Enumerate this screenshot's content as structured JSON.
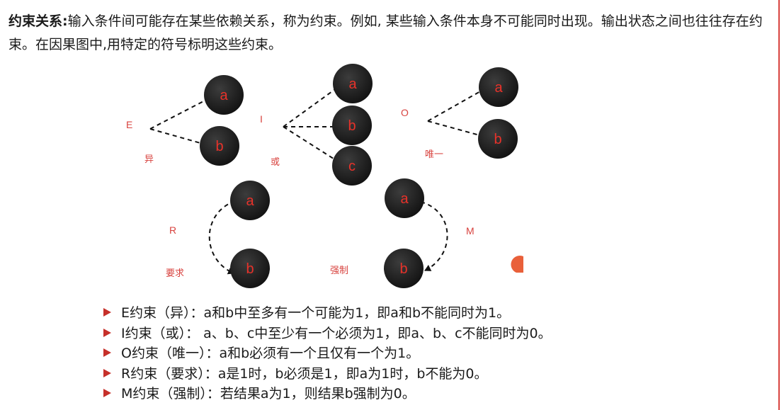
{
  "intro": {
    "term": "约束关系:",
    "text": "输入条件间可能存在某些依赖关系，称为约束。例如, 某些输入条件本身不可能同时出现。输出状态之间也往往存在约束。在因果图中,用特定的符号标明这些约束。"
  },
  "diagram": {
    "E": {
      "symbol": "E",
      "name": "异",
      "nodes": [
        "a",
        "b"
      ]
    },
    "I": {
      "symbol": "I",
      "name": "或",
      "nodes": [
        "a",
        "b",
        "c"
      ]
    },
    "O": {
      "symbol": "O",
      "name": "唯一",
      "nodes": [
        "a",
        "b"
      ]
    },
    "R": {
      "symbol": "R",
      "name": "要求",
      "nodes": [
        "a",
        "b"
      ]
    },
    "M": {
      "symbol": "M",
      "name": "强制",
      "nodes": [
        "a",
        "b"
      ]
    }
  },
  "rules": [
    "E约束（异）：a和b中至多有一个可能为1，即a和b不能同时为1。",
    "I约束（或）： a、b、c中至少有一个必须为1，即a、b、c不能同时为0。",
    "O约束（唯一）：a和b必须有一个且仅有一个为1。",
    "R约束（要求）：a是1时，b必须是1，即a为1时，b不能为0。",
    "M约束（强制）：若结果a为1，则结果b强制为0。"
  ],
  "colors": {
    "node_fill": "#2a2a2a",
    "node_text": "#e8322a",
    "label": "#d8433f",
    "bullet": "#c6302a",
    "rule": "#d8433f"
  }
}
